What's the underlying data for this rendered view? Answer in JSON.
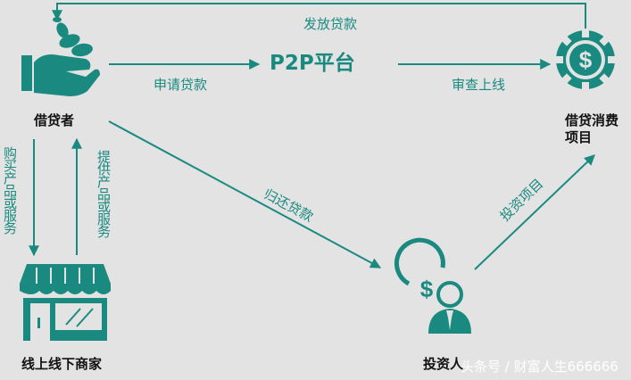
{
  "nodes": {
    "borrower": "借贷者",
    "platform": "P2P平台",
    "project": "借贷消费\n项目",
    "merchant": "线上线下商家",
    "investor": "投资人"
  },
  "edges": {
    "issue_loan": "发放贷款",
    "apply_loan": "申请贷款",
    "review_listing": "审查上线",
    "buy_goods": "购买产品或服务",
    "provide_goods": "提供产品或服务",
    "repay_loan": "归还贷款",
    "invest_project": "投资项目"
  },
  "watermark": "头条号 / 财富人生666666",
  "colors": {
    "accent": "#1a8a80",
    "background": "#e3e3e3",
    "text": "#111111"
  },
  "icons": [
    "hand-coins-icon",
    "dollar-chip-icon",
    "storefront-icon",
    "investor-dollar-icon"
  ]
}
